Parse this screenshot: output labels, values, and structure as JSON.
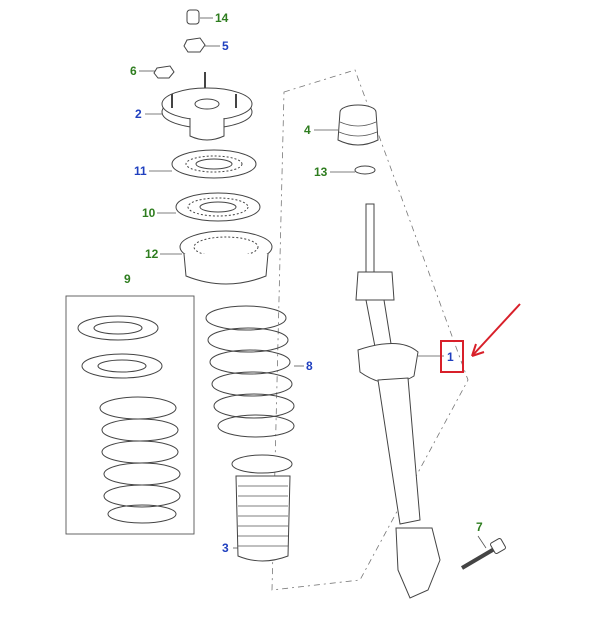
{
  "colors": {
    "blue_callout": "#1f3fbf",
    "green_callout": "#2e7d1f",
    "highlight": "#d8202a"
  },
  "callouts": [
    {
      "id": "14",
      "label": "14",
      "color": "green"
    },
    {
      "id": "5",
      "label": "5",
      "color": "blue"
    },
    {
      "id": "6",
      "label": "6",
      "color": "green"
    },
    {
      "id": "2",
      "label": "2",
      "color": "blue"
    },
    {
      "id": "11",
      "label": "11",
      "color": "blue"
    },
    {
      "id": "10",
      "label": "10",
      "color": "green"
    },
    {
      "id": "12",
      "label": "12",
      "color": "green"
    },
    {
      "id": "9",
      "label": "9",
      "color": "green"
    },
    {
      "id": "8",
      "label": "8",
      "color": "blue"
    },
    {
      "id": "3",
      "label": "3",
      "color": "blue"
    },
    {
      "id": "4",
      "label": "4",
      "color": "green"
    },
    {
      "id": "13",
      "label": "13",
      "color": "green"
    },
    {
      "id": "1",
      "label": "1",
      "color": "blue"
    },
    {
      "id": "7",
      "label": "7",
      "color": "green"
    }
  ],
  "highlight": {
    "target": "1",
    "color": "#d8202a"
  }
}
